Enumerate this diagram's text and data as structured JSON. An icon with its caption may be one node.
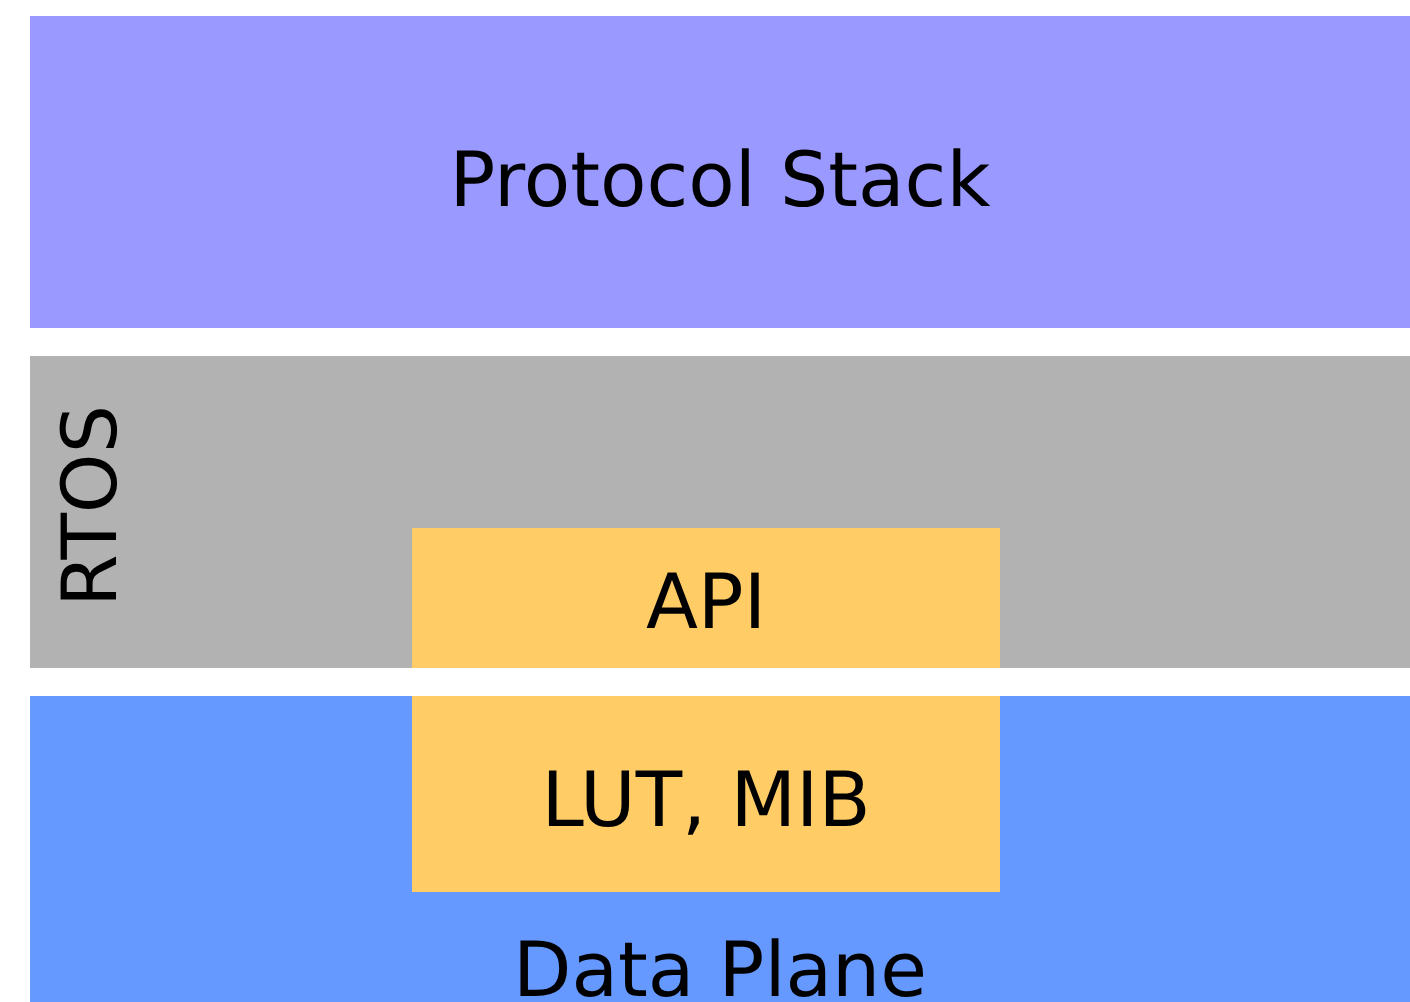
{
  "diagram": {
    "nodes": [
      {
        "text": [
          "Protocol Stack"
        ]
      },
      {
        "text": [
          "RTOS"
        ]
      },
      {
        "text": [
          "API"
        ],
        "in": 1
      },
      {
        "text": [
          "Data Plane"
        ]
      },
      {
        "text": [
          "LUT, MIB"
        ],
        "in": 3
      }
    ]
  }
}
